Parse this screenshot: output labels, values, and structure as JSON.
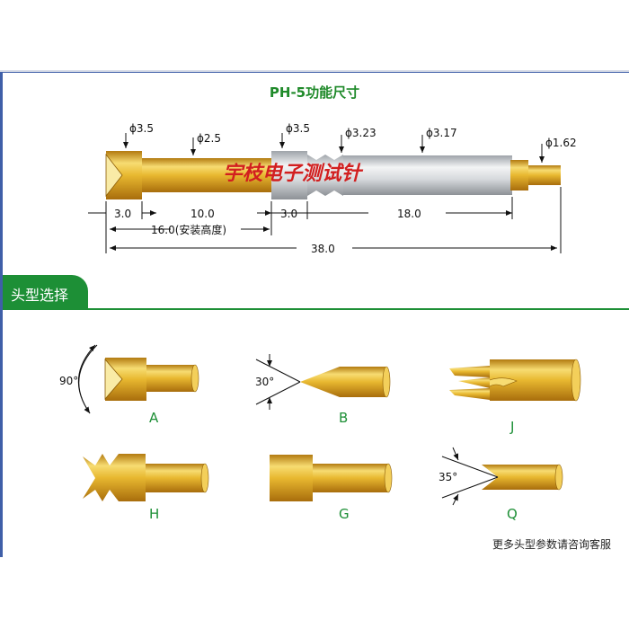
{
  "title": "PH-5功能尺寸",
  "watermark": "宇枝电子测试针",
  "diameters": {
    "d1": "ϕ3.5",
    "d2": "ϕ2.5",
    "d3": "ϕ3.5",
    "d4": "ϕ3.23",
    "d5": "ϕ3.17",
    "d6": "ϕ1.62"
  },
  "lengths": {
    "l1": "3.0",
    "l2": "10.0",
    "l3": "3.0",
    "l4": "18.0",
    "install": "16.0(安装高度)",
    "total": "38.0"
  },
  "section_title": "头型选择",
  "tip_types": [
    {
      "letter": "A",
      "angle": "90°"
    },
    {
      "letter": "B",
      "angle": "30°"
    },
    {
      "letter": "J",
      "angle": ""
    },
    {
      "letter": "H",
      "angle": ""
    },
    {
      "letter": "G",
      "angle": ""
    },
    {
      "letter": "Q",
      "angle": "35°"
    }
  ],
  "footnote": "更多头型参数请咨询客服",
  "colors": {
    "gold": "#d9a520",
    "gold_light": "#f4d76a",
    "silver": "#cfd2d6",
    "green": "#1d8f36",
    "blue": "#3f5fa8"
  }
}
